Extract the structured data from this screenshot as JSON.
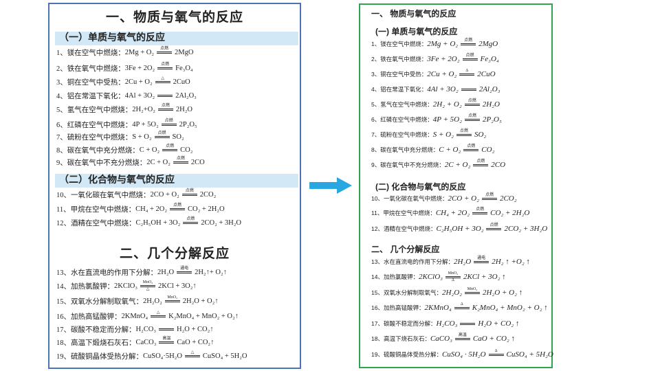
{
  "colors": {
    "left_border": "#4a72b5",
    "right_border": "#2ea44f",
    "section_bg": "#d3e8f7",
    "arrow": "#2aa7e0"
  },
  "arrow_icon": "right-arrow",
  "left": {
    "title1": "一、物质与氧气的反应",
    "sec1": "（一）单质与氧气的反应",
    "sec2": "（二）化合物与氧气的反应",
    "title2": "二、几个分解反应",
    "items": [
      {
        "label": "1、镁在空气中燃烧：",
        "lhs": "2Mg + O₂",
        "top": "点燃",
        "bottom": "",
        "rhs": "2MgO"
      },
      {
        "label": "2、铁在氧气中燃烧：",
        "lhs": "3Fe + 2O₂",
        "top": "点燃",
        "bottom": "",
        "rhs": "Fe₃O₄"
      },
      {
        "label": "3、铜在空气中受热：",
        "lhs": "2Cu + O₂",
        "top": "△",
        "bottom": "",
        "rhs": "2CuO"
      },
      {
        "label": "4、铝在常温下氧化：",
        "lhs": "4Al + 3O₂",
        "top": "",
        "bottom": "",
        "rhs": "2Al₂O₃"
      },
      {
        "label": "5、氢气在空气中燃烧：",
        "lhs": "2H₂+O₂",
        "top": "点燃",
        "bottom": "",
        "rhs": "2H₂O"
      },
      {
        "label": "6、红磷在空气中燃烧：",
        "lhs": "4P + 5O₂",
        "top": "点燃",
        "bottom": "",
        "rhs": "2P₂O₅"
      },
      {
        "label": "7、硫粉在空气中燃烧：",
        "lhs": "S + O₂",
        "top": "点燃",
        "bottom": "",
        "rhs": "SO₂"
      },
      {
        "label": "8、碳在氧气中充分燃烧：",
        "lhs": "C + O₂",
        "top": "点燃",
        "bottom": "",
        "rhs": "CO₂"
      },
      {
        "label": "9、碳在氧气中不充分燃烧：",
        "lhs": "2C + O₂",
        "top": "点燃",
        "bottom": "",
        "rhs": "2CO"
      },
      {
        "label": "10、一氧化碳在氧气中燃烧：",
        "lhs": "2CO + O₂",
        "top": "点燃",
        "bottom": "",
        "rhs": "2CO₂"
      },
      {
        "label": "11、甲烷在空气中燃烧：",
        "lhs": "CH₄ + 2O₂",
        "top": "点燃",
        "bottom": "",
        "rhs": "CO₂ + 2H₂O"
      },
      {
        "label": "12、酒精在空气中燃烧：",
        "lhs": "C₂H₅OH + 3O₂",
        "top": "点燃",
        "bottom": "",
        "rhs": "2CO₂ + 3H₂O"
      },
      {
        "label": "13、水在直流电的作用下分解：",
        "lhs": "2H₂O",
        "top": "通电",
        "bottom": "",
        "rhs": "2H₂↑+ O₂↑"
      },
      {
        "label": "14、加热氯酸钾：",
        "lhs": "2KClO₃",
        "top": "MnO₂",
        "bottom": "△",
        "rhs": "2KCl + 3O₂↑"
      },
      {
        "label": "15、双氧水分解制取氧气：",
        "lhs": "2H₂O₂",
        "top": "MnO₂",
        "bottom": "",
        "rhs": "2H₂O + O₂↑"
      },
      {
        "label": "16、加热高锰酸钾：",
        "lhs": "2KMnO₄",
        "top": "△",
        "bottom": "",
        "rhs": "K₂MnO₄ + MnO₂ + O₂↑"
      },
      {
        "label": "17、碳酸不稳定而分解：",
        "lhs": "H₂CO₃",
        "top": "",
        "bottom": "",
        "rhs": "H₂O + CO₂↑"
      },
      {
        "label": "18、高温下煅烧石灰石：",
        "lhs": "CaCO₃",
        "top": "高温",
        "bottom": "",
        "rhs": "CaO + CO₂↑"
      },
      {
        "label": "19、硫酸铜晶体受热分解：",
        "lhs": "CuSO₄·5H₂O",
        "top": "△",
        "bottom": "",
        "rhs": "CuSO₄ + 5H₂O"
      }
    ]
  },
  "right": {
    "title1": "一、 物质与氧气的反应",
    "sec1": "(一)  单质与氧气的反应",
    "sec2": "(二)  化合物与氧气的反应",
    "title2": "二、 几个分解反应",
    "items": [
      {
        "label": "1、镁在空气中燃烧：",
        "lhs": "2Mg + O₂",
        "top": "点燃",
        "bottom": "",
        "rhs": "2MgO"
      },
      {
        "label": "2、铁在氧气中燃烧：",
        "lhs": "3Fe + 2O₂",
        "top": "点燃",
        "bottom": "",
        "rhs": "Fe₃O₄"
      },
      {
        "label": "3、铜在空气中受热：",
        "lhs": "2Cu + O₂",
        "top": "Δ",
        "bottom": "",
        "rhs": "2CuO"
      },
      {
        "label": "4、铝在常温下氧化：",
        "lhs": "4Al + 3O₂",
        "top": "",
        "bottom": "",
        "rhs": "2Al₂O₃"
      },
      {
        "label": "5、氢气在空气中燃烧：",
        "lhs": "2H₂ + O₂",
        "top": "点燃",
        "bottom": "",
        "rhs": "2H₂O"
      },
      {
        "label": "6、红磷在空气中燃烧：",
        "lhs": "4P + 5O₂",
        "top": "点燃",
        "bottom": "",
        "rhs": "2P₂O₅"
      },
      {
        "label": "7、硫粉在空气中燃烧：",
        "lhs": "S + O₂",
        "top": "点燃",
        "bottom": "",
        "rhs": "SO₂"
      },
      {
        "label": "8、碳在氧气中充分燃烧：",
        "lhs": "C + O₂",
        "top": "点燃",
        "bottom": "",
        "rhs": "CO₂"
      },
      {
        "label": "9、碳在氧气中不充分燃烧：",
        "lhs": "2C + O₂",
        "top": "点燃",
        "bottom": "",
        "rhs": "2CO"
      },
      {
        "label": "10、一氧化碳在氧气中燃烧：",
        "lhs": "2CO + O₂",
        "top": "点燃",
        "bottom": "",
        "rhs": "2CO₂"
      },
      {
        "label": "11、甲烷在空气中燃烧：",
        "lhs": "CH₄ + 2O₂",
        "top": "点燃",
        "bottom": "",
        "rhs": "CO₂ + 2H₂O"
      },
      {
        "label": "12、酒精在空气中燃烧：",
        "lhs": "C₂H₅OH + 3O₂",
        "top": "点燃",
        "bottom": "",
        "rhs": "2CO₂ + 3H₂O"
      },
      {
        "label": "13、水在直流电的作用下分解：",
        "lhs": "2H₂O",
        "top": "通电",
        "bottom": "",
        "rhs": "2H₂ ↑ +O₂ ↑"
      },
      {
        "label": "14、加热氯酸钾：",
        "lhs": "2KClO₃",
        "top": "MnO₂",
        "bottom": "Δ",
        "rhs": "2KCl + 3O₂ ↑"
      },
      {
        "label": "15、双氧水分解制取氧气：",
        "lhs": "2H₂O₂",
        "top": "MnO₂",
        "bottom": "",
        "rhs": "2H₂O + O₂ ↑"
      },
      {
        "label": "16、加热高锰酸钾：",
        "lhs": "2KMnO₄",
        "top": "Δ",
        "bottom": "",
        "rhs": "K₂MnO₄ + MnO₂ + O₂ ↑"
      },
      {
        "label": "17、碳酸不稳定而分解：",
        "lhs": "H₂CO₃",
        "top": "",
        "bottom": "",
        "rhs": "H₂O + CO₂ ↑"
      },
      {
        "label": "18、高温下烧石灰石：",
        "lhs": "CaCO₃",
        "top": "高温",
        "bottom": "",
        "rhs": "CaO + CO₂ ↑"
      },
      {
        "label": "19、硫酸铜晶体受热分解：",
        "lhs": "CuSO₄ · 5H₂O",
        "top": "Δ",
        "bottom": "",
        "rhs": "CuSO₄ + 5H₂O"
      }
    ]
  }
}
